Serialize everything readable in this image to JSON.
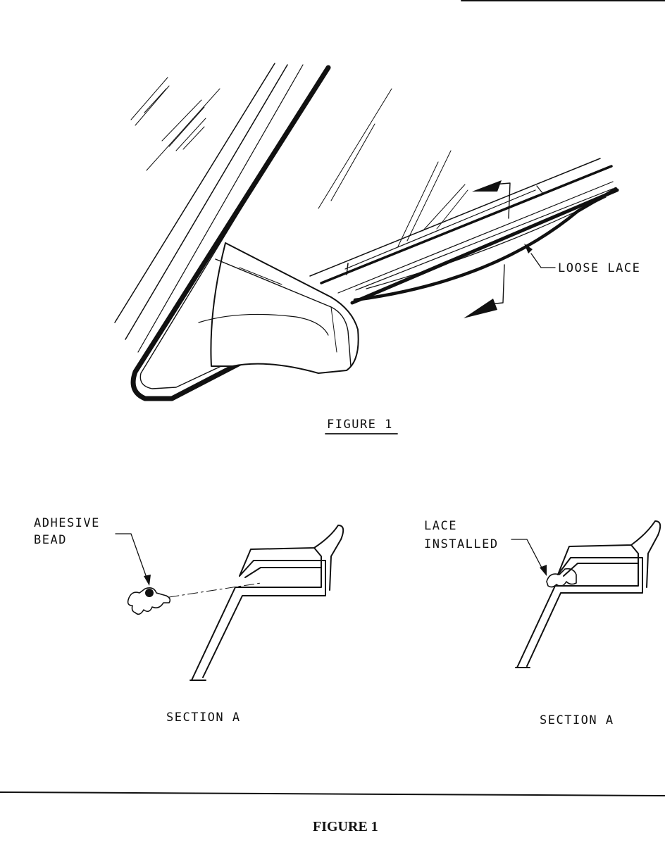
{
  "figure1": {
    "title": "FIGURE 1",
    "callout_loose_lace": "LOOSE LACE"
  },
  "section_left": {
    "callout_line1": "ADHESIVE",
    "callout_line2": "BEAD",
    "caption": "SECTION A"
  },
  "section_right": {
    "callout_line1": "LACE",
    "callout_line2": "INSTALLED",
    "caption": "SECTION A"
  },
  "page_caption": "FIGURE 1"
}
